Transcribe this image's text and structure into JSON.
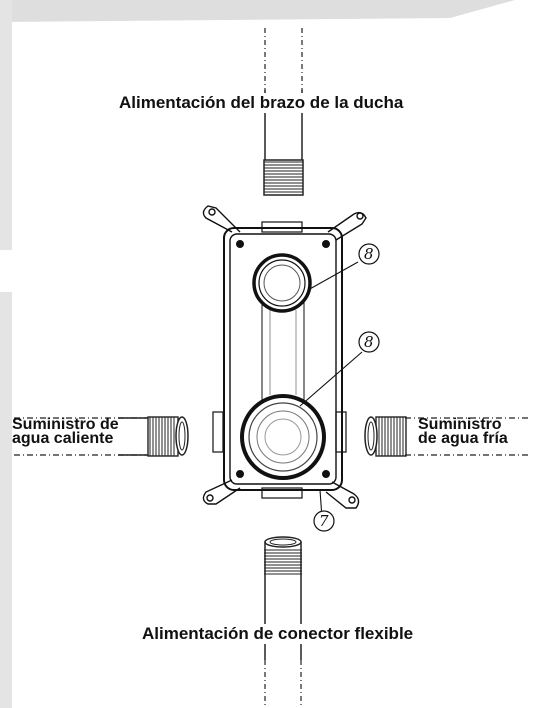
{
  "labels": {
    "top": "Alimentación del brazo de la ducha",
    "bottom": "Alimentación de conector flexible",
    "hot_line1": "Suministro de",
    "hot_line2": "agua caliente",
    "cold_line1": "Suministro",
    "cold_line2": "de agua fría"
  },
  "callouts": {
    "upper_seal": "8",
    "lower_seal": "8",
    "frame": "7"
  }
}
